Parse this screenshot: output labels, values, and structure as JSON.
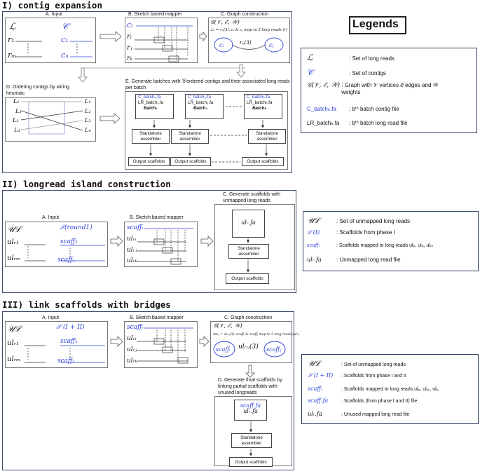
{
  "headings": {
    "s1": "I) contig expansion",
    "s2": "II) longread island construction",
    "s3": "III) link scaffolds with bridges"
  },
  "s1": {
    "a_title": "A. Input",
    "a_left": [
      "ℒ",
      "r₁",
      "rₘ"
    ],
    "a_right": [
      "𝒞",
      "c₁",
      "cₙ"
    ],
    "b_title": "B. Sketch based mapper",
    "b_rows": [
      "cᵢ",
      "rᵢ",
      "rⱼ",
      "rₖ"
    ],
    "c_title": "C. Graph construction",
    "c_graph": "𝒢(𝒱, ℰ, 𝒲)",
    "c_formula": "ℒᵢⱼ = rᵢⱼ(3): cᵢ & cⱼ map to 3 long reads (r)",
    "c_node_i": "cᵢ",
    "c_node_j": "cⱼ",
    "c_edge": "rᵢⱼ(3)",
    "d_title": "D. Ordering contigs by wiring heuristic",
    "d_left": [
      "L₁",
      "L₂",
      "L₃",
      "L₄"
    ],
    "d_right": [
      "L₁",
      "L₂",
      "L₃",
      "L₄"
    ],
    "e_title": "E. Generate batches with 'δ'ordered contigs and their associated long reads per batch",
    "batches": [
      {
        "c": "C_batch₁.fa",
        "l": "LR_batch₁.fa",
        "n": "Batch₁"
      },
      {
        "c": "C_batch₂.fa",
        "l": "LR_batch₂.fa",
        "n": "Batch₂"
      },
      {
        "c": "C_batchₕ.fa",
        "l": "LR_batchₕ.fa",
        "n": "Batchₕ"
      }
    ],
    "assembler": "Standalone assembler",
    "output": "Output scaffolds"
  },
  "s2": {
    "a_title": "A. Input",
    "a_left": [
      "𝒰ℒ",
      "ulᵣ₁",
      "ulᵣₘ"
    ],
    "a_right": [
      "𝒮(round1)",
      "scaff₁",
      "scaffₓ"
    ],
    "b_title": "B. Sketch based mapper",
    "b_rows": [
      "scaffᵢ",
      "ulᵣᵢ",
      "ulᵣⱼ",
      "ulᵣₖ"
    ],
    "c_title": "C. Generate scaffolds with unmapped long reads",
    "file": "ulᵣ.fa",
    "assembler": "Standalone assembler",
    "output": "Output scaffolds"
  },
  "s3": {
    "a_title": "A. Input",
    "a_left": [
      "𝒰ℒ",
      "ulᵣ₁",
      "ulᵣₘ"
    ],
    "a_right": [
      "𝒮 (I + II)",
      "scaff₁",
      "scaffₓ"
    ],
    "b_title": "B. Sketch based mapper",
    "b_rows": [
      "scaffᵢ",
      "ulᵣᵢ",
      "ulᵣⱼ",
      "ulᵣₖ"
    ],
    "c_title": "C. Graph construction",
    "c_graph": "𝒢(𝒱, ℰ, 𝒲)",
    "c_formula": "𝒰ℒᵢⱼ = ulᵣᵢⱼ(3): scaffᵢ & scaffⱼ map to 3 long reads (ulᵣ)",
    "c_node_i": "scaffᵢ",
    "c_node_j": "scaffⱼ",
    "c_edge": "ulᵣᵢⱼ(3)",
    "d_title": "D. Generate final scaffolds by linking partial scaffolds with unused longreads",
    "file1": "scaff.fa",
    "file2": "ulᵣ.fa",
    "assembler": "Standalone assembler",
    "output": "Output scaffolds"
  },
  "legend_title": "Legends",
  "legend1": [
    {
      "sym": "ℒ",
      "text": ": Set of long reads"
    },
    {
      "sym": "𝒞",
      "text": ": Set of contigs"
    },
    {
      "sym": "𝒢(𝒱, ℰ, 𝒲)",
      "text": ": Graph with 𝒱 vertices ℰ edges and 𝒲 weights"
    },
    {
      "sym": "C_batchₕ.fa",
      "text": ": bᵗʰ batch contig file"
    },
    {
      "sym": "LR_batchₕ.fa",
      "text": ": bᵗʰ batch long read file"
    }
  ],
  "legend2": [
    {
      "sym": "𝒰ℒ",
      "text": ": Set of unmapped long reads"
    },
    {
      "sym": "𝒮 (I)",
      "text": ": Scaffolds from phase I"
    },
    {
      "sym": "scaffᵢ",
      "text": ": Scaffolds mapped to long reads ulᵣᵢ, ulᵣⱼ, ulᵣₖ"
    },
    {
      "sym": "ulᵣ.fa",
      "text": ": Unmapped long read file"
    }
  ],
  "legend3": [
    {
      "sym": "𝒰ℒ",
      "text": ": Set of unmapped long reads"
    },
    {
      "sym": "𝒮 (I + II)",
      "text": ": Scaffolds from phase I and II"
    },
    {
      "sym": "scaffᵢ",
      "text": ": Scaffolds mapped to long reads ulᵣᵢ, ulᵣₖ, ulᵣⱼ"
    },
    {
      "sym": "scaff.fa",
      "text": ": Scaffolds (from phase I and II) file"
    },
    {
      "sym": "ulᵣ.fa",
      "text": ": Unused mapped long read file"
    }
  ],
  "colors": {
    "accent_blue": "#2b3fd8",
    "panel_border": "#3b4a6b",
    "crossing": "#9a8fd0"
  }
}
